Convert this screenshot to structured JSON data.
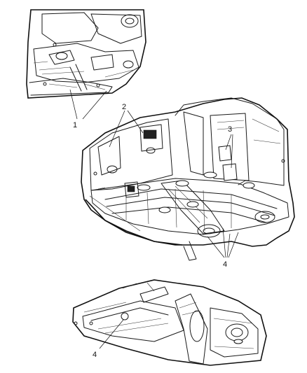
{
  "callouts": {
    "c1": "1",
    "c2": "2",
    "c3": "3",
    "c4_main": "4",
    "c4_bottom": "4"
  }
}
